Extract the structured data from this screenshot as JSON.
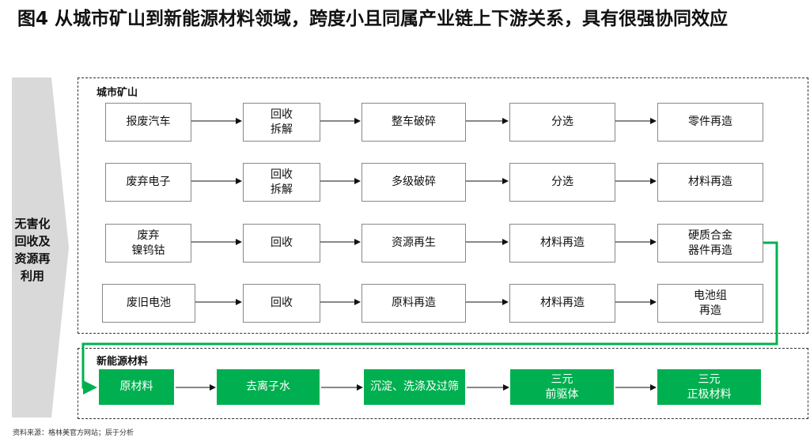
{
  "title": "图4 从城市矿山到新能源材料领域，跨度小且同属产业链上下游关系，具有很强协同效应",
  "left_label": "无害化回收及资源再利用",
  "urban_mine": {
    "label": "城市矿山",
    "rows": [
      [
        "报废汽车",
        "回收\n拆解",
        "整车破碎",
        "分选",
        "零件再造"
      ],
      [
        "废弃电子",
        "回收\n拆解",
        "多级破碎",
        "分选",
        "材料再造"
      ],
      [
        "废弃\n镍钨钴",
        "回收",
        "资源再生",
        "材料再造",
        "硬质合金\n器件再造"
      ],
      [
        "废旧电池",
        "回收",
        "原料再造",
        "材料再造",
        "电池组\n再造"
      ]
    ]
  },
  "new_energy": {
    "label": "新能源材料",
    "steps": [
      "原材料",
      "去离子水",
      "沉淀、洗涤及过筛",
      "三元\n前驱体",
      "三元\n正极材料"
    ]
  },
  "source": "资料来源：格林美官方网站；辰于分析",
  "colors": {
    "accent": "#00b050",
    "chevron": "#d9d9d9"
  }
}
